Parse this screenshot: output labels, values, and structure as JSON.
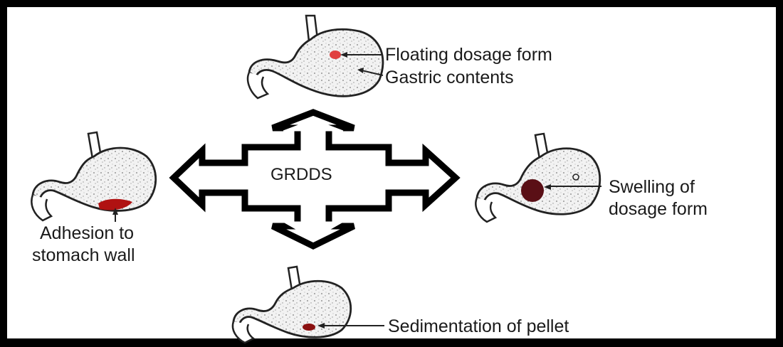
{
  "center": {
    "label": "GRDDS"
  },
  "mechanisms": {
    "floating": {
      "label": "Floating dosage form",
      "secondary": "Gastric contents"
    },
    "swelling": {
      "line1": "Swelling of",
      "line2": "dosage form"
    },
    "sedimentation": {
      "label": "Sedimentation of pellet"
    },
    "adhesion": {
      "line1": "Adhesion to",
      "line2": "stomach wall"
    }
  },
  "colors": {
    "floating_dot": "#e04040",
    "swelling_dot": "#5a0f16",
    "sediment_dot": "#8a1010",
    "adhesion_patch": "#b01212"
  }
}
